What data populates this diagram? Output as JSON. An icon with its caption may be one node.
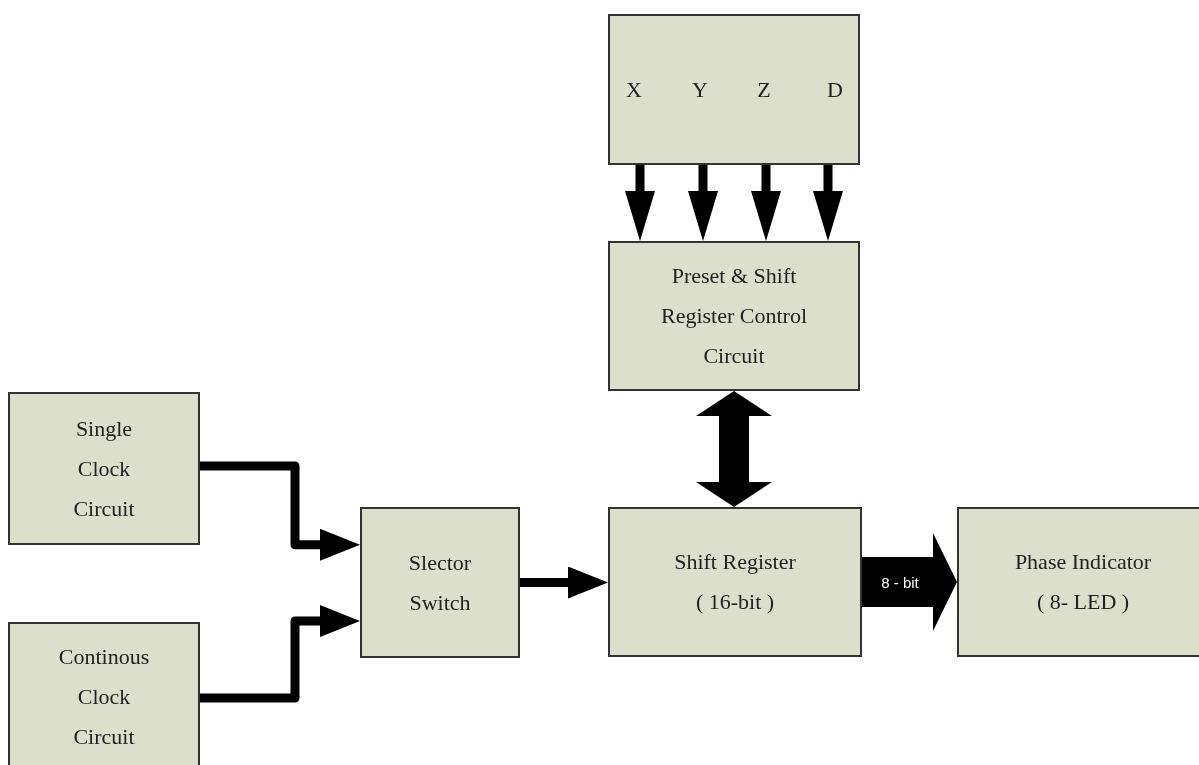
{
  "diagram": {
    "nodes": [
      {
        "text": [
          "X",
          "Y",
          "Z",
          "D"
        ]
      },
      {
        "text": [
          "Preset & Shift Register Control Circuit"
        ]
      },
      {
        "text": [
          "Single Clock Circuit"
        ]
      },
      {
        "text": [
          "Continous Clock Circuit"
        ]
      },
      {
        "text": [
          "Slector Switch"
        ]
      },
      {
        "text": [
          "Shift Register ( 16-bit )"
        ]
      },
      {
        "text": [
          "Phase Indicator ( 8- LED )"
        ]
      }
    ],
    "edges": [
      {
        "from": 0,
        "to": 1,
        "arrow": "to"
      },
      {
        "from": 0,
        "to": 1,
        "arrow": "to"
      },
      {
        "from": 0,
        "to": 1,
        "arrow": "to"
      },
      {
        "from": 0,
        "to": 1,
        "arrow": "to"
      },
      {
        "from": 1,
        "to": 5,
        "arrow": "both",
        "style": "thick"
      },
      {
        "from": 2,
        "to": 4,
        "arrow": "to"
      },
      {
        "from": 3,
        "to": 4,
        "arrow": "to"
      },
      {
        "from": 4,
        "to": 5,
        "arrow": "to"
      },
      {
        "from": 5,
        "to": 6,
        "arrow": "to",
        "style": "thick",
        "label": "8 - bit"
      }
    ]
  }
}
